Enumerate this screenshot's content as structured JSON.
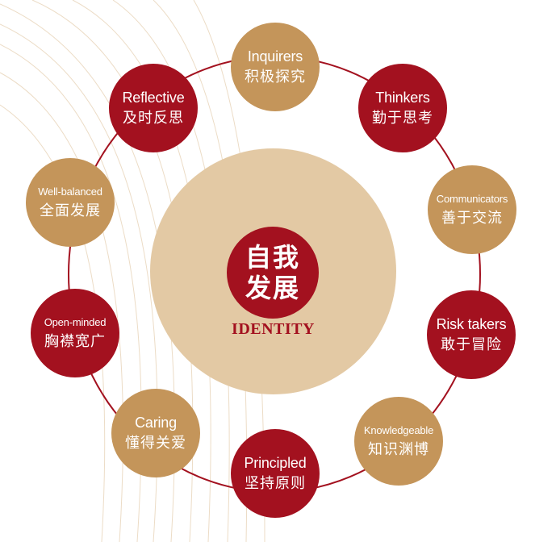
{
  "center": {
    "title_cn_line1": "自我",
    "title_cn_line2": "发展",
    "title_en": "IDENTITY"
  },
  "traits": [
    {
      "en": "Inquirers",
      "cn": "积极探究"
    },
    {
      "en": "Thinkers",
      "cn": "勤于思考"
    },
    {
      "en": "Communicators",
      "cn": "善于交流"
    },
    {
      "en": "Risk takers",
      "cn": "敢于冒险"
    },
    {
      "en": "Knowledgeable",
      "cn": "知识渊博"
    },
    {
      "en": "Principled",
      "cn": "坚持原则"
    },
    {
      "en": "Caring",
      "cn": "懂得关爱"
    },
    {
      "en": "Open-minded",
      "cn": "胸襟宽广"
    },
    {
      "en": "Well-balanced",
      "cn": "全面发展"
    },
    {
      "en": "Reflective",
      "cn": "及时反思"
    }
  ],
  "colors": {
    "red": "#a3111f",
    "gold": "#c4955a",
    "center_circle": "#e3c9a4",
    "decor_lines": "#ecdcc6"
  }
}
